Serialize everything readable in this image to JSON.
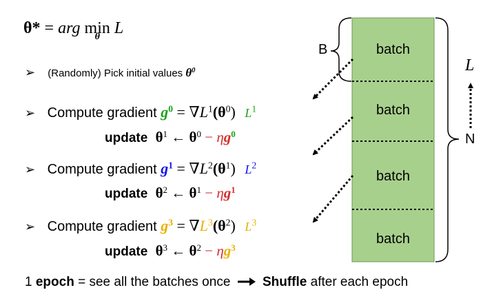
{
  "objective": {
    "lhs": "θ*",
    "eq": "=",
    "argmin": "arg",
    "min": "min",
    "sub": "θ",
    "L": "L"
  },
  "bullet": "➢",
  "step0": {
    "text": "(Randomly) Pick initial values",
    "theta": "θ",
    "sup": "0"
  },
  "steps": [
    {
      "label": "Compute gradient",
      "g": "g",
      "gsup": "0",
      "eq": "= ∇",
      "L": "L",
      "Lsup": "1",
      "arg": "(θ",
      "argsup": "0",
      "close": ")",
      "tagL": "L",
      "tagsup": "1",
      "upd": "update",
      "t1": "θ",
      "t1sup": "1",
      "arrow": "←",
      "t0": "θ",
      "t0sup": "0",
      "minus": "−",
      "eta": "η",
      "ug": "g",
      "ugsup": "0"
    },
    {
      "label": "Compute gradient",
      "g": "g",
      "gsup": "1",
      "eq": "= ∇",
      "L": "L",
      "Lsup": "2",
      "arg": "(θ",
      "argsup": "1",
      "close": ")",
      "tagL": "L",
      "tagsup": "2",
      "upd": "update",
      "t1": "θ",
      "t1sup": "2",
      "arrow": "←",
      "t0": "θ",
      "t0sup": "1",
      "minus": "−",
      "eta": "η",
      "ug": "g",
      "ugsup": "1"
    },
    {
      "label": "Compute gradient",
      "g": "g",
      "gsup": "3",
      "eq": "= ∇",
      "L": "L",
      "Lsup": "3",
      "arg": "(θ",
      "argsup": "2",
      "close": ")",
      "tagL": "L",
      "tagsup": "3",
      "upd": "update",
      "t1": "θ",
      "t1sup": "3",
      "arrow": "←",
      "t0": "θ",
      "t0sup": "2",
      "minus": "−",
      "eta": "η",
      "ug": "g",
      "ugsup": "3"
    }
  ],
  "batches": [
    "batch",
    "batch",
    "batch",
    "batch"
  ],
  "brace_labels": {
    "B": "B",
    "N": "N",
    "L": "L"
  },
  "footer": {
    "one": "1",
    "epoch": "epoch",
    "rest": "= see all the batches once",
    "shuffle": "Shuffle",
    "after": "after each epoch"
  },
  "colors": {
    "batch_fill": "#a8d08d",
    "batch_border": "#6a9a52",
    "blue": "#1515e6",
    "green": "#1aa31a",
    "gold": "#e8b000",
    "red": "#d62b2b"
  }
}
